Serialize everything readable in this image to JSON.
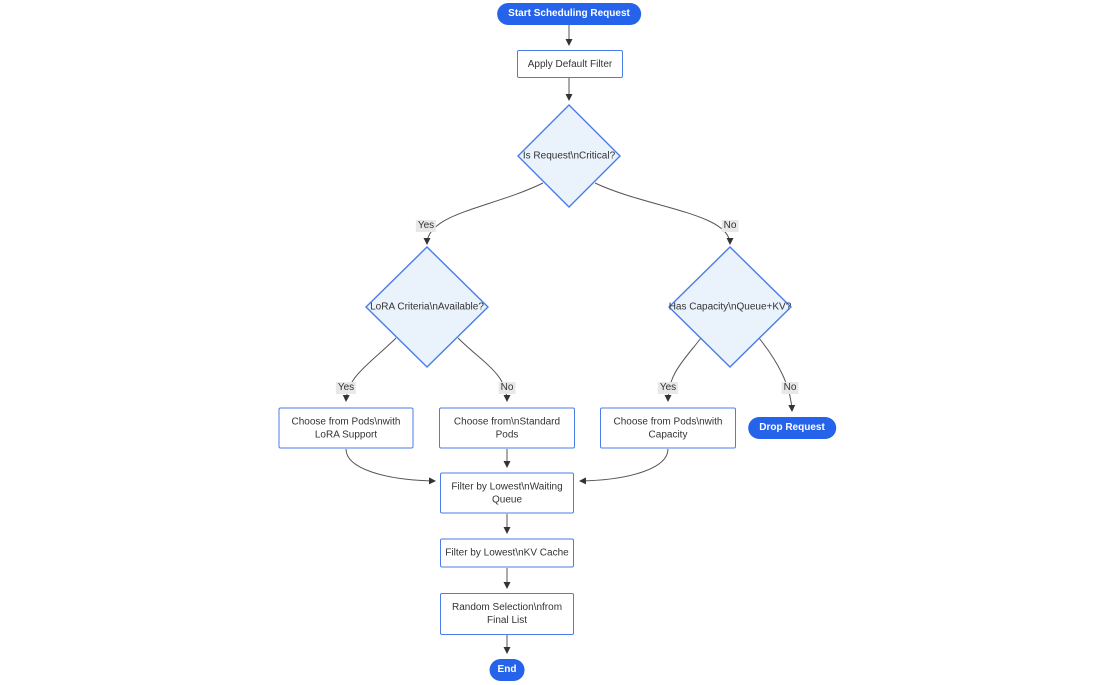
{
  "colors": {
    "pill_fill": "#2563eb",
    "pill_text": "#ffffff",
    "shape_border": "#4a7de8",
    "diamond_fill": "#eaf2fc",
    "rect_fill": "#ffffff",
    "node_text": "#333333",
    "edge": "#555555",
    "edge_label_bg": "#e8e8e8",
    "canvas_bg": "#ffffff"
  },
  "diagram": {
    "type": "flowchart",
    "nodes": {
      "start": {
        "shape": "pill",
        "label": "Start Scheduling Request",
        "lines": [
          "Start Scheduling Request"
        ]
      },
      "apply_filter": {
        "shape": "rect",
        "label": "Apply Default Filter",
        "lines": [
          "Apply Default Filter"
        ]
      },
      "is_critical": {
        "shape": "diamond",
        "label": "Is Request\\nCritical?",
        "lines": [
          "Is Request\\nCritical?"
        ]
      },
      "lora_criteria": {
        "shape": "diamond",
        "label": "LoRA Criteria\\nAvailable?",
        "lines": [
          "LoRA Criteria\\nAvailable?"
        ]
      },
      "has_capacity": {
        "shape": "diamond",
        "label": "Has Capacity\\nQueue+KV?",
        "lines": [
          "Has Capacity\\nQueue+KV?"
        ]
      },
      "choose_lora": {
        "shape": "rect",
        "label": "Choose from Pods\\nwith LoRA Support",
        "lines": [
          "Choose from Pods\\nwith",
          "LoRA Support"
        ]
      },
      "choose_standard": {
        "shape": "rect",
        "label": "Choose from\\nStandard Pods",
        "lines": [
          "Choose from\\nStandard",
          "Pods"
        ]
      },
      "choose_capacity": {
        "shape": "rect",
        "label": "Choose from Pods\\nwith Capacity",
        "lines": [
          "Choose from Pods\\nwith",
          "Capacity"
        ]
      },
      "drop_request": {
        "shape": "pill",
        "label": "Drop Request",
        "lines": [
          "Drop Request"
        ]
      },
      "filter_queue": {
        "shape": "rect",
        "label": "Filter by Lowest\\nWaiting Queue",
        "lines": [
          "Filter by Lowest\\nWaiting",
          "Queue"
        ]
      },
      "filter_kv": {
        "shape": "rect",
        "label": "Filter by Lowest\\nKV Cache",
        "lines": [
          "Filter by Lowest\\nKV Cache"
        ]
      },
      "random_selection": {
        "shape": "rect",
        "label": "Random Selection\\nfrom Final List",
        "lines": [
          "Random Selection\\nfrom",
          "Final List"
        ]
      },
      "end": {
        "shape": "pill",
        "label": "End",
        "lines": [
          "End"
        ]
      }
    },
    "edges": [
      {
        "from": "start",
        "to": "apply_filter",
        "label": ""
      },
      {
        "from": "apply_filter",
        "to": "is_critical",
        "label": ""
      },
      {
        "from": "is_critical",
        "to": "lora_criteria",
        "label": "Yes"
      },
      {
        "from": "is_critical",
        "to": "has_capacity",
        "label": "No"
      },
      {
        "from": "lora_criteria",
        "to": "choose_lora",
        "label": "Yes"
      },
      {
        "from": "lora_criteria",
        "to": "choose_standard",
        "label": "No"
      },
      {
        "from": "has_capacity",
        "to": "choose_capacity",
        "label": "Yes"
      },
      {
        "from": "has_capacity",
        "to": "drop_request",
        "label": "No"
      },
      {
        "from": "choose_lora",
        "to": "filter_queue",
        "label": ""
      },
      {
        "from": "choose_standard",
        "to": "filter_queue",
        "label": ""
      },
      {
        "from": "choose_capacity",
        "to": "filter_queue",
        "label": ""
      },
      {
        "from": "filter_queue",
        "to": "filter_kv",
        "label": ""
      },
      {
        "from": "filter_kv",
        "to": "random_selection",
        "label": ""
      },
      {
        "from": "random_selection",
        "to": "end",
        "label": ""
      }
    ]
  }
}
